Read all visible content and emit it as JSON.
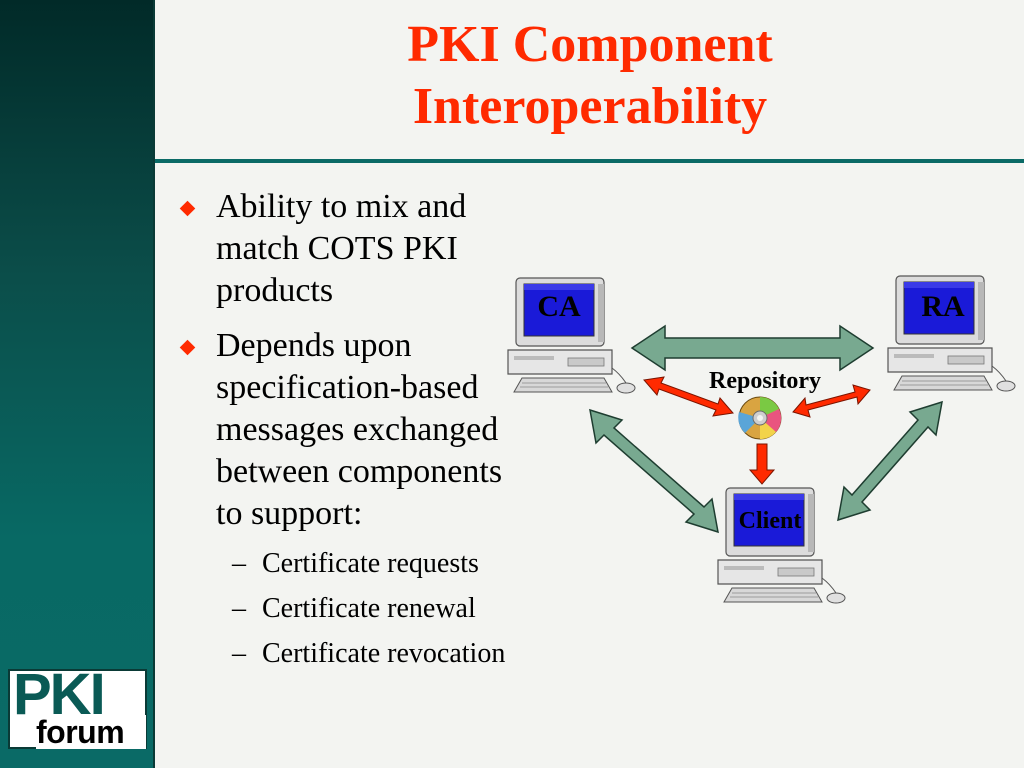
{
  "slide": {
    "title_line1": "PKI Component",
    "title_line2": "Interoperability",
    "bullets": [
      "Ability to mix and match COTS PKI products",
      "Depends upon specification-based messages exchanged between components to support:"
    ],
    "bullet1_lines": [
      "Ability to mix and",
      "match COTS PKI",
      "products"
    ],
    "bullet2_lines": [
      "Depends upon",
      "specification-based",
      "messages exchanged",
      "between components",
      "to support:"
    ],
    "sub_bullets": [
      "Certificate requests",
      "Certificate renewal",
      "Certificate revocation"
    ],
    "dash": "–"
  },
  "diagram": {
    "nodes": {
      "ca": "CA",
      "ra": "RA",
      "client": "Client",
      "repository": "Repository"
    }
  },
  "logo": {
    "top": "PKI",
    "bottom": "forum"
  },
  "colors": {
    "title": "#ff2a00",
    "sidebar": "#0a5a55",
    "bullet_diamond": "#ff2a00",
    "green_arrow": "#78a990",
    "red_arrow": "#ff2a00",
    "screen": "#1a1ad8"
  }
}
